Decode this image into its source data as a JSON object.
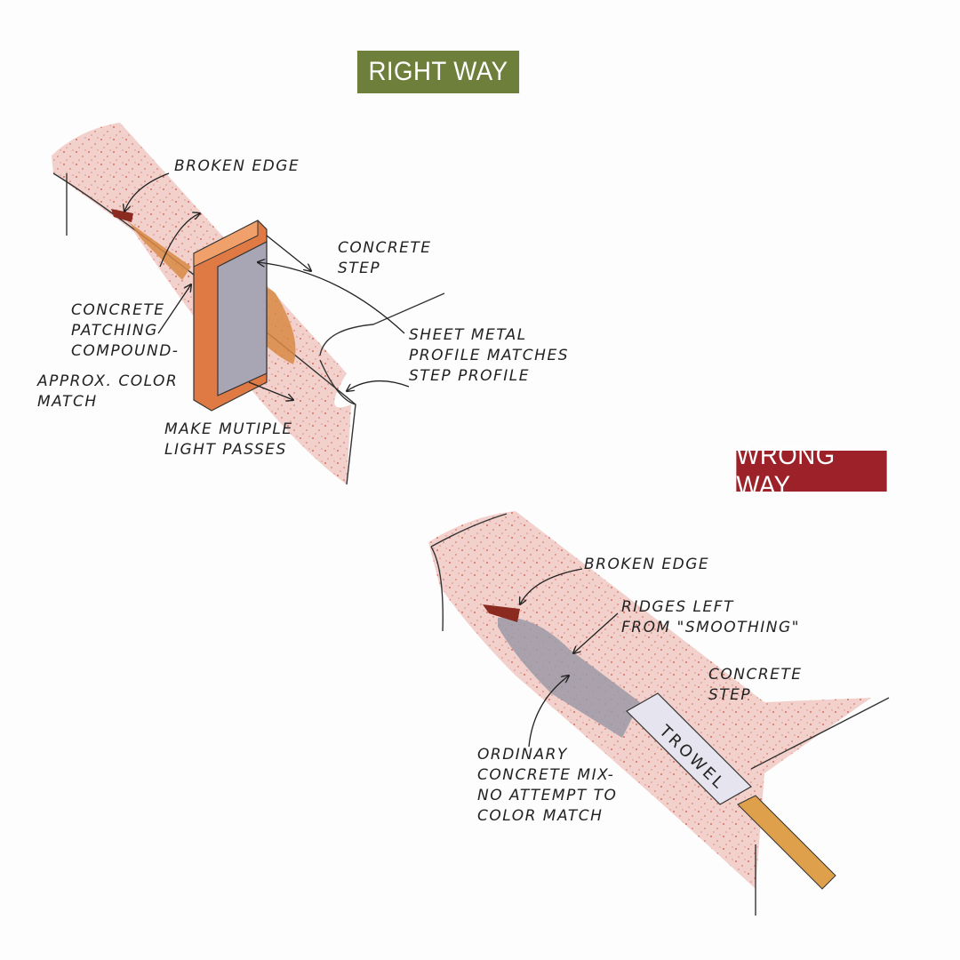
{
  "right": {
    "badge": "RIGHT WAY",
    "broken_edge": "BROKEN EDGE",
    "concrete_step": "CONCRETE\nSTEP",
    "patching": "CONCRETE\nPATCHING\nCOMPOUND-",
    "approx": "APPROX. COLOR\nMATCH",
    "sheet_metal": "SHEET METAL\nPROFILE MATCHES\nSTEP PROFILE",
    "passes": "MAKE MUTIPLE\nLIGHT PASSES"
  },
  "wrong": {
    "badge": "WRONG WAY",
    "broken_edge": "BROKEN EDGE",
    "ridges": "RIDGES LEFT\nFROM \"SMOOTHING\"",
    "concrete_step": "CONCRETE\nSTEP",
    "ordinary": "ORDINARY\nCONCRETE MIX-\nNO ATTEMPT TO\nCOLOR MATCH",
    "trowel": "TROWEL"
  },
  "colors": {
    "right_badge": "#6e7e3b",
    "wrong_badge": "#9c2128",
    "concrete": "#e7b3ad",
    "speckle": "#c9432f",
    "wood": "#d9713f",
    "metal": "#a8a6b4"
  }
}
